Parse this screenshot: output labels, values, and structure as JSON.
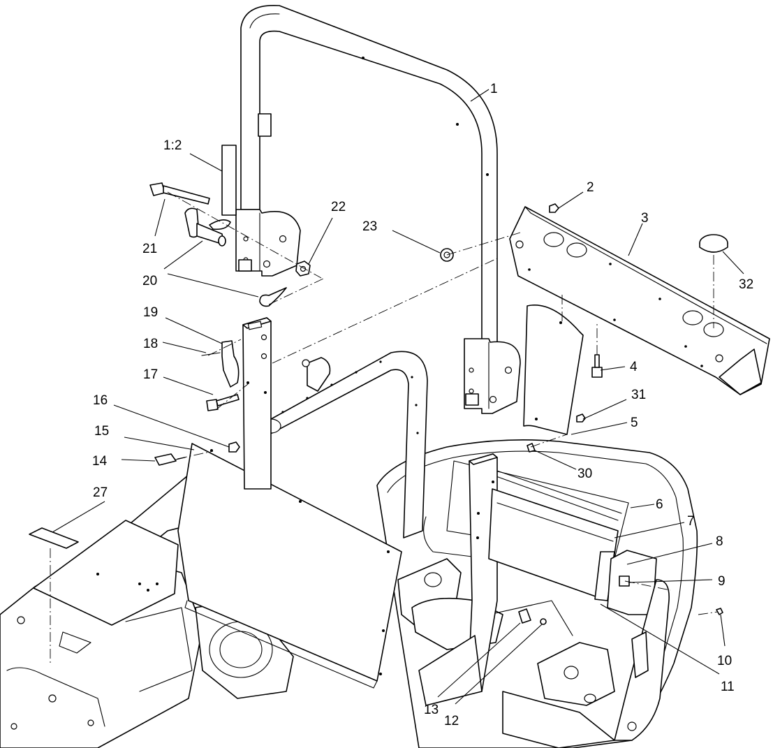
{
  "callouts": [
    {
      "id": "c1",
      "label": "1"
    },
    {
      "id": "c1-2",
      "label": "1:2"
    },
    {
      "id": "c2",
      "label": "2"
    },
    {
      "id": "c3",
      "label": "3"
    },
    {
      "id": "c4",
      "label": "4"
    },
    {
      "id": "c5",
      "label": "5"
    },
    {
      "id": "c6",
      "label": "6"
    },
    {
      "id": "c7",
      "label": "7"
    },
    {
      "id": "c8",
      "label": "8"
    },
    {
      "id": "c9",
      "label": "9"
    },
    {
      "id": "c10",
      "label": "10"
    },
    {
      "id": "c11",
      "label": "11"
    },
    {
      "id": "c12",
      "label": "12"
    },
    {
      "id": "c13",
      "label": "13"
    },
    {
      "id": "c14",
      "label": "14"
    },
    {
      "id": "c15",
      "label": "15"
    },
    {
      "id": "c16",
      "label": "16"
    },
    {
      "id": "c17",
      "label": "17"
    },
    {
      "id": "c18",
      "label": "18"
    },
    {
      "id": "c19",
      "label": "19"
    },
    {
      "id": "c20",
      "label": "20"
    },
    {
      "id": "c21",
      "label": "21"
    },
    {
      "id": "c22",
      "label": "22"
    },
    {
      "id": "c23",
      "label": "23"
    },
    {
      "id": "c27",
      "label": "27"
    },
    {
      "id": "c30",
      "label": "30"
    },
    {
      "id": "c31",
      "label": "31"
    },
    {
      "id": "c32",
      "label": "32"
    }
  ]
}
